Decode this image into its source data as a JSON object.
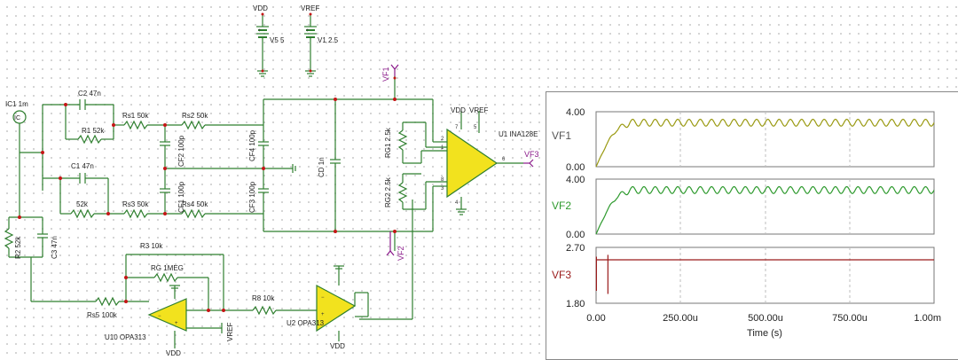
{
  "supplies": {
    "vdd_label": "VDD",
    "vref_label": "VREF",
    "v5_label": "V5 5",
    "v1_label": "V1 2.5"
  },
  "components": {
    "ic1": "IC1 1m",
    "ic_symbol": "IC",
    "c2": "C2 47n",
    "r1": "R1 52k",
    "rs1": "Rs1 50k",
    "rs2": "Rs2 50k",
    "c1": "C1 47n",
    "r52k": "52k",
    "rs3": "Rs3 50k",
    "rs4": "Rs4 50k",
    "cf2": "CF2 100p",
    "cf1": "CF1 100p",
    "cf4": "CF4 100p",
    "cf3": "CF3 100p",
    "cd1": "CD 1n",
    "r2": "R2 52k",
    "c3": "C3 47n",
    "r3": "R3 10k",
    "rg": "RG 1MEG",
    "rs5": "Rs5 100k",
    "r8": "R8 10k",
    "u10": "U10 OPA313",
    "u2": "U2 OPA313",
    "u1": "U1 INA128E",
    "rg1": "RG1 2.5k",
    "rg2": "RG2 2.5k"
  },
  "nets": {
    "vf1": "VF1",
    "vf2": "VF2",
    "vf3": "VF3",
    "vdd": "VDD",
    "vref": "VREF"
  },
  "pins": [
    "2",
    "7",
    "5",
    "1",
    "8",
    "6",
    "3",
    "4"
  ],
  "scope": {
    "time_label": "Time (s)",
    "x_ticks": [
      "0.00",
      "250.00u",
      "500.00u",
      "750.00u",
      "1.00m"
    ],
    "traces": [
      {
        "name": "VF1",
        "ymax": "4.00",
        "ymin": "0.00",
        "color": "#9a9a12"
      },
      {
        "name": "VF2",
        "ymax": "4.00",
        "ymin": "0.00",
        "color": "#2e9a2e"
      },
      {
        "name": "VF3",
        "ymax": "2.70",
        "ymin": "1.80",
        "color": "#9a1a1a"
      }
    ]
  },
  "chart_data": [
    {
      "type": "line",
      "title": "",
      "xlabel": "Time (s)",
      "ylabel": "VF1",
      "xlim": [
        0,
        0.001
      ],
      "ylim": [
        0,
        4
      ],
      "series": [
        {
          "name": "VF1",
          "x": [
            0,
            3e-05,
            6e-05,
            0.0001,
            0.0002,
            0.0003,
            0.0005,
            0.0007,
            0.001
          ],
          "values": [
            0,
            1.6,
            2.7,
            3.2,
            3.2,
            3.2,
            3.2,
            3.2,
            3.2
          ]
        }
      ],
      "ripple_amplitude": 0.25,
      "ripple_cycles": 30
    },
    {
      "type": "line",
      "title": "",
      "xlabel": "Time (s)",
      "ylabel": "VF2",
      "xlim": [
        0,
        0.001
      ],
      "ylim": [
        0,
        4
      ],
      "series": [
        {
          "name": "VF2",
          "x": [
            0,
            3e-05,
            6e-05,
            0.0001,
            0.0002,
            0.0003,
            0.0005,
            0.0007,
            0.001
          ],
          "values": [
            0,
            1.6,
            2.7,
            3.2,
            3.2,
            3.2,
            3.2,
            3.2,
            3.2
          ]
        }
      ],
      "ripple_amplitude": 0.25,
      "ripple_cycles": 30
    },
    {
      "type": "line",
      "title": "",
      "xlabel": "Time (s)",
      "ylabel": "VF3",
      "xlim": [
        0,
        0.001
      ],
      "ylim": [
        1.8,
        2.7
      ],
      "series": [
        {
          "name": "VF3",
          "x": [
            0,
            1e-05,
            4e-05,
            0.001
          ],
          "values": [
            2.5,
            2.5,
            2.5,
            2.5
          ]
        }
      ],
      "spikes": [
        {
          "x": 1e-06,
          "min": 2.0,
          "max": 2.55
        },
        {
          "x": 3.5e-05,
          "min": 1.95,
          "max": 2.58
        }
      ]
    }
  ]
}
